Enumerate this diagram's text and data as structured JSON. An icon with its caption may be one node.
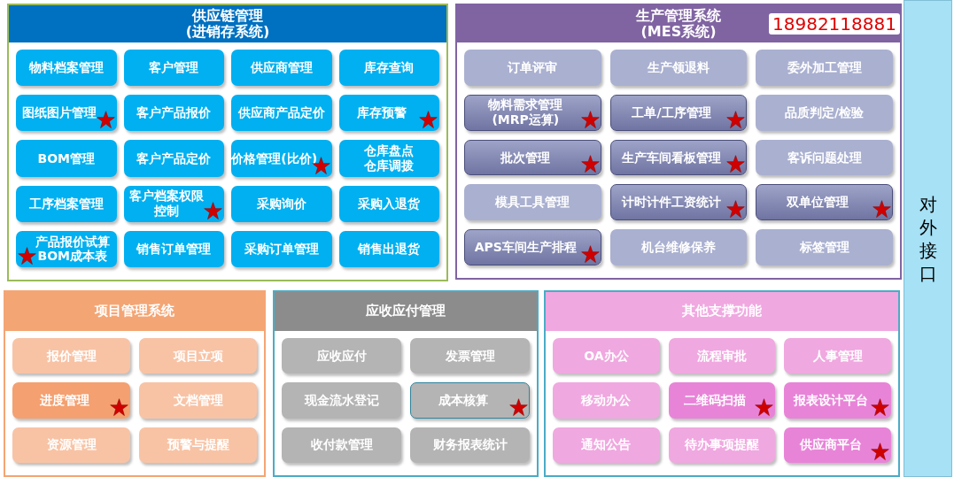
{
  "diagram": {
    "nodes": [
      {
        "text": [
          "供应链管理",
          "(进销存系统)"
        ]
      },
      {
        "text": [
          "物料档案管理"
        ],
        "in": 0
      },
      {
        "text": [
          "客户管理"
        ],
        "in": 0
      },
      {
        "text": [
          "供应商管理"
        ],
        "in": 0
      },
      {
        "text": [
          "库存查询"
        ],
        "in": 0
      },
      {
        "text": [
          "图纸图片管理"
        ],
        "in": 0
      },
      {
        "text": [
          "客户产品报价"
        ],
        "in": 0
      },
      {
        "text": [
          "供应商产品定价"
        ],
        "in": 0
      },
      {
        "text": [
          "库存预警"
        ],
        "in": 0
      },
      {
        "text": [
          "BOM管理"
        ],
        "in": 0
      },
      {
        "text": [
          "客户产品定价"
        ],
        "in": 0
      },
      {
        "text": [
          "价格管理(比价)"
        ],
        "in": 0
      },
      {
        "text": [
          "仓库盘点仓库调拨"
        ],
        "in": 0
      },
      {
        "text": [
          "工序档案管理"
        ],
        "in": 0
      },
      {
        "text": [
          "客户档案权限控制"
        ],
        "in": 0
      },
      {
        "text": [
          "采购询价"
        ],
        "in": 0
      },
      {
        "text": [
          "采购入退货"
        ],
        "in": 0
      },
      {
        "text": [
          "产品报价试算BOM成本表"
        ],
        "in": 0
      },
      {
        "text": [
          "销售订单管理"
        ],
        "in": 0
      },
      {
        "text": [
          "采购订单管理"
        ],
        "in": 0
      },
      {
        "text": [
          "销售出退货"
        ],
        "in": 0
      },
      {
        "text": [
          "生产管理系统",
          "(MES系统)"
        ]
      },
      {
        "text": [
          "订单评审"
        ],
        "in": 21
      },
      {
        "text": [
          "生产领退料"
        ],
        "in": 21
      },
      {
        "text": [
          "委外加工管理"
        ],
        "in": 21
      },
      {
        "text": [
          "物料需求管理(MRP运算)"
        ],
        "in": 21
      },
      {
        "text": [
          "工单/工序管理"
        ],
        "in": 21
      },
      {
        "text": [
          "品质判定/检验"
        ],
        "in": 21
      },
      {
        "text": [
          "批次管理"
        ],
        "in": 21
      },
      {
        "text": [
          "生产车间看板管理"
        ],
        "in": 21
      },
      {
        "text": [
          "客诉问题处理"
        ],
        "in": 21
      },
      {
        "text": [
          "模具工具管理"
        ],
        "in": 21
      },
      {
        "text": [
          "计时计件工资统计"
        ],
        "in": 21
      },
      {
        "text": [
          "双单位管理"
        ],
        "in": 21
      },
      {
        "text": [
          "APS车间生产排程"
        ],
        "in": 21
      },
      {
        "text": [
          "机台维修保养"
        ],
        "in": 21
      },
      {
        "text": [
          "标签管理"
        ],
        "in": 21
      },
      {
        "text": [
          "对外接口"
        ]
      },
      {
        "text": [
          "项目管理系统"
        ]
      },
      {
        "text": [
          "报价管理"
        ],
        "in": 38
      },
      {
        "text": [
          "项目立项"
        ],
        "in": 38
      },
      {
        "text": [
          "进度管理"
        ],
        "in": 38
      },
      {
        "text": [
          "文档管理"
        ],
        "in": 38
      },
      {
        "text": [
          "资源管理"
        ],
        "in": 38
      },
      {
        "text": [
          "预警与提醒"
        ],
        "in": 38
      },
      {
        "text": [
          "应收应付管理"
        ]
      },
      {
        "text": [
          "应收应付"
        ],
        "in": 45
      },
      {
        "text": [
          "发票管理"
        ],
        "in": 45
      },
      {
        "text": [
          "现金流水登记"
        ],
        "in": 45
      },
      {
        "text": [
          "成本核算"
        ],
        "in": 45
      },
      {
        "text": [
          "收付款管理"
        ],
        "in": 45
      },
      {
        "text": [
          "财务报表统计"
        ],
        "in": 45
      },
      {
        "text": [
          "其他支撑功能"
        ]
      },
      {
        "text": [
          "OA办公"
        ],
        "in": 52
      },
      {
        "text": [
          "流程审批"
        ],
        "in": 52
      },
      {
        "text": [
          "人事管理"
        ],
        "in": 52
      },
      {
        "text": [
          "移动办公"
        ],
        "in": 52
      },
      {
        "text": [
          "二维码扫描"
        ],
        "in": 52
      },
      {
        "text": [
          "报表设计平台"
        ],
        "in": 52
      },
      {
        "text": [
          "通知公告"
        ],
        "in": 52
      },
      {
        "text": [
          "待办事项提醒"
        ],
        "in": 52
      },
      {
        "text": [
          "供应商平台"
        ],
        "in": 52
      }
    ],
    "labels": [
      "18982118881"
    ]
  }
}
